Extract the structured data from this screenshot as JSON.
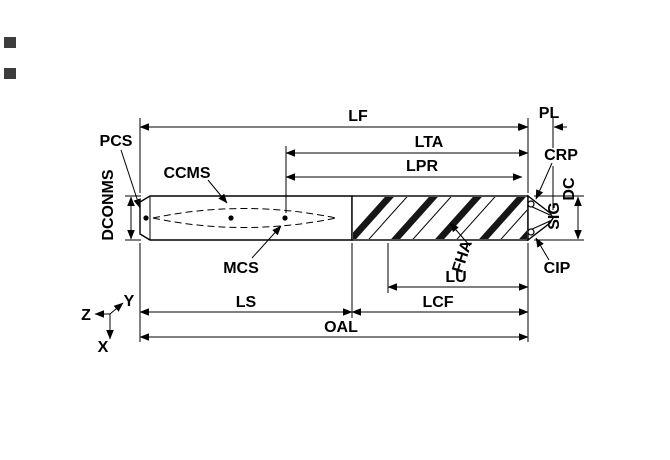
{
  "diagram": {
    "type": "technical-drawing-drill-nomenclature",
    "ink_color": "#000000",
    "background_color": "#ffffff",
    "labels": {
      "lf": "LF",
      "pl": "PL",
      "lta": "LTA",
      "lpr": "LPR",
      "pcs": "PCS",
      "ccms": "CCMS",
      "dconms": "DCONMS",
      "mcs": "MCS",
      "crp": "CRP",
      "dc": "DC",
      "sig": "SIG",
      "cip": "CIP",
      "fha": "FHA",
      "lu": "LU",
      "lcf": "LCF",
      "ls": "LS",
      "oal": "OAL"
    },
    "axes": {
      "z": "Z",
      "y": "Y",
      "x": "X"
    }
  }
}
